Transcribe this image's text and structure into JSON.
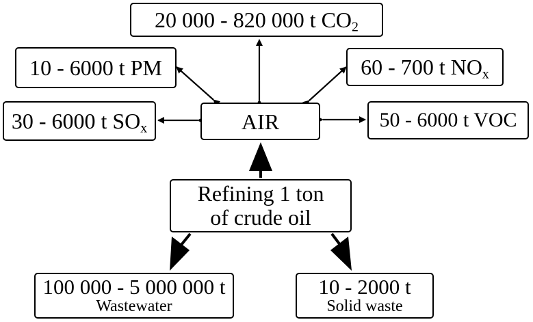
{
  "diagram": {
    "air": {
      "label": "AIR"
    },
    "co2": {
      "text": "20 000 - 820 000 t CO",
      "sub": "2"
    },
    "pm": {
      "text": "10 - 6000 t PM"
    },
    "nox": {
      "text": "60 - 700 t NO",
      "sub": "x"
    },
    "sox": {
      "text": "30 - 6000 t SO",
      "sub": "x"
    },
    "voc": {
      "text": "50 - 6000 t VOC"
    },
    "refining": {
      "line1": "Refining 1 ton",
      "line2": "of crude oil"
    },
    "wastewater": {
      "amount": "100 000 - 5 000 000 t",
      "label": "Wastewater"
    },
    "solid_waste": {
      "amount": "10 - 2000 t",
      "label": "Solid waste"
    }
  }
}
